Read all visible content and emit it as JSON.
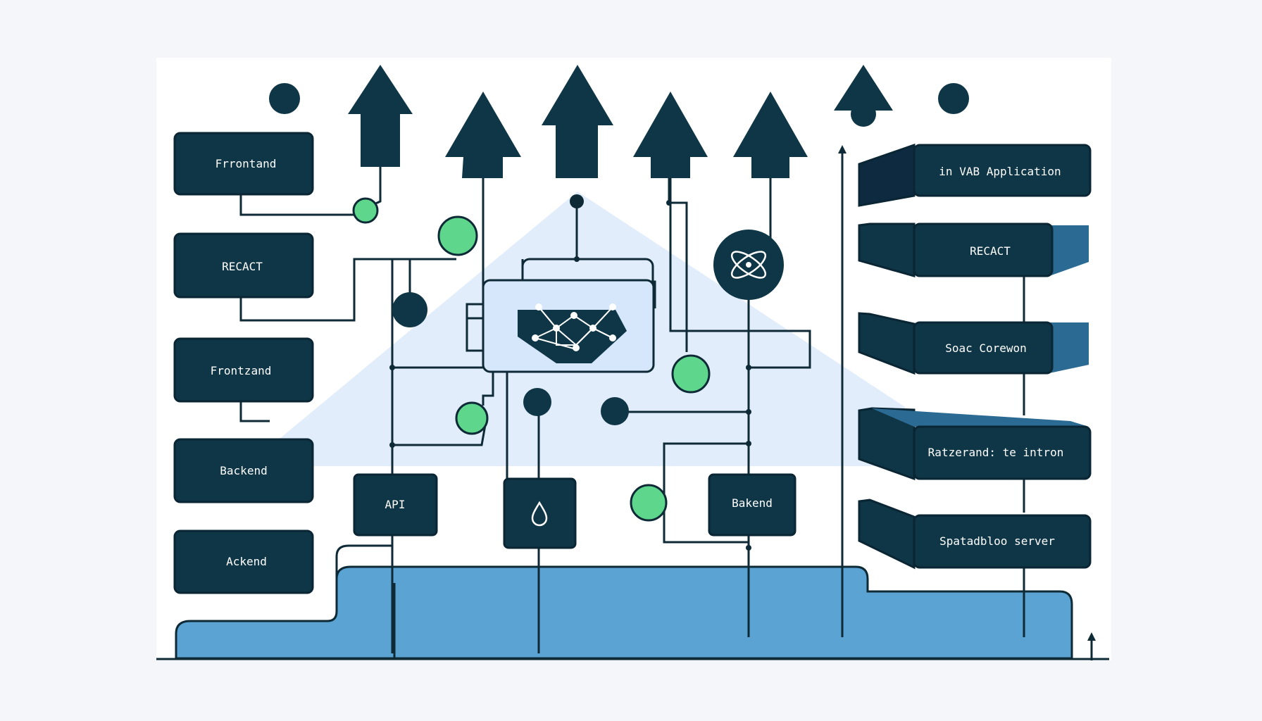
{
  "colors": {
    "background": "#f4f6fa",
    "panel": "#ffffff",
    "node": "#0f3646",
    "accent_green": "#5ed68c",
    "base_blue": "#5aa3d3",
    "glow_blue": "#dceafa"
  },
  "left_nodes": [
    {
      "label": "Frrontand"
    },
    {
      "label": "RECACT"
    },
    {
      "label": "Frontzand"
    },
    {
      "label": "Backend"
    },
    {
      "label": "Ackend"
    }
  ],
  "center_nodes": [
    {
      "label": "API"
    },
    {
      "label": "",
      "icon": "droplet-icon"
    },
    {
      "label": "Bakend"
    }
  ],
  "right_stack": [
    {
      "label": "in VAB Application"
    },
    {
      "label": "RECACT"
    },
    {
      "label": "Soac Corewon"
    },
    {
      "label": "Ratzerand: te intron"
    },
    {
      "label": "Spatadbloo server"
    }
  ],
  "hub_icon": "network-graph-icon",
  "atom_icon": "atom-icon"
}
